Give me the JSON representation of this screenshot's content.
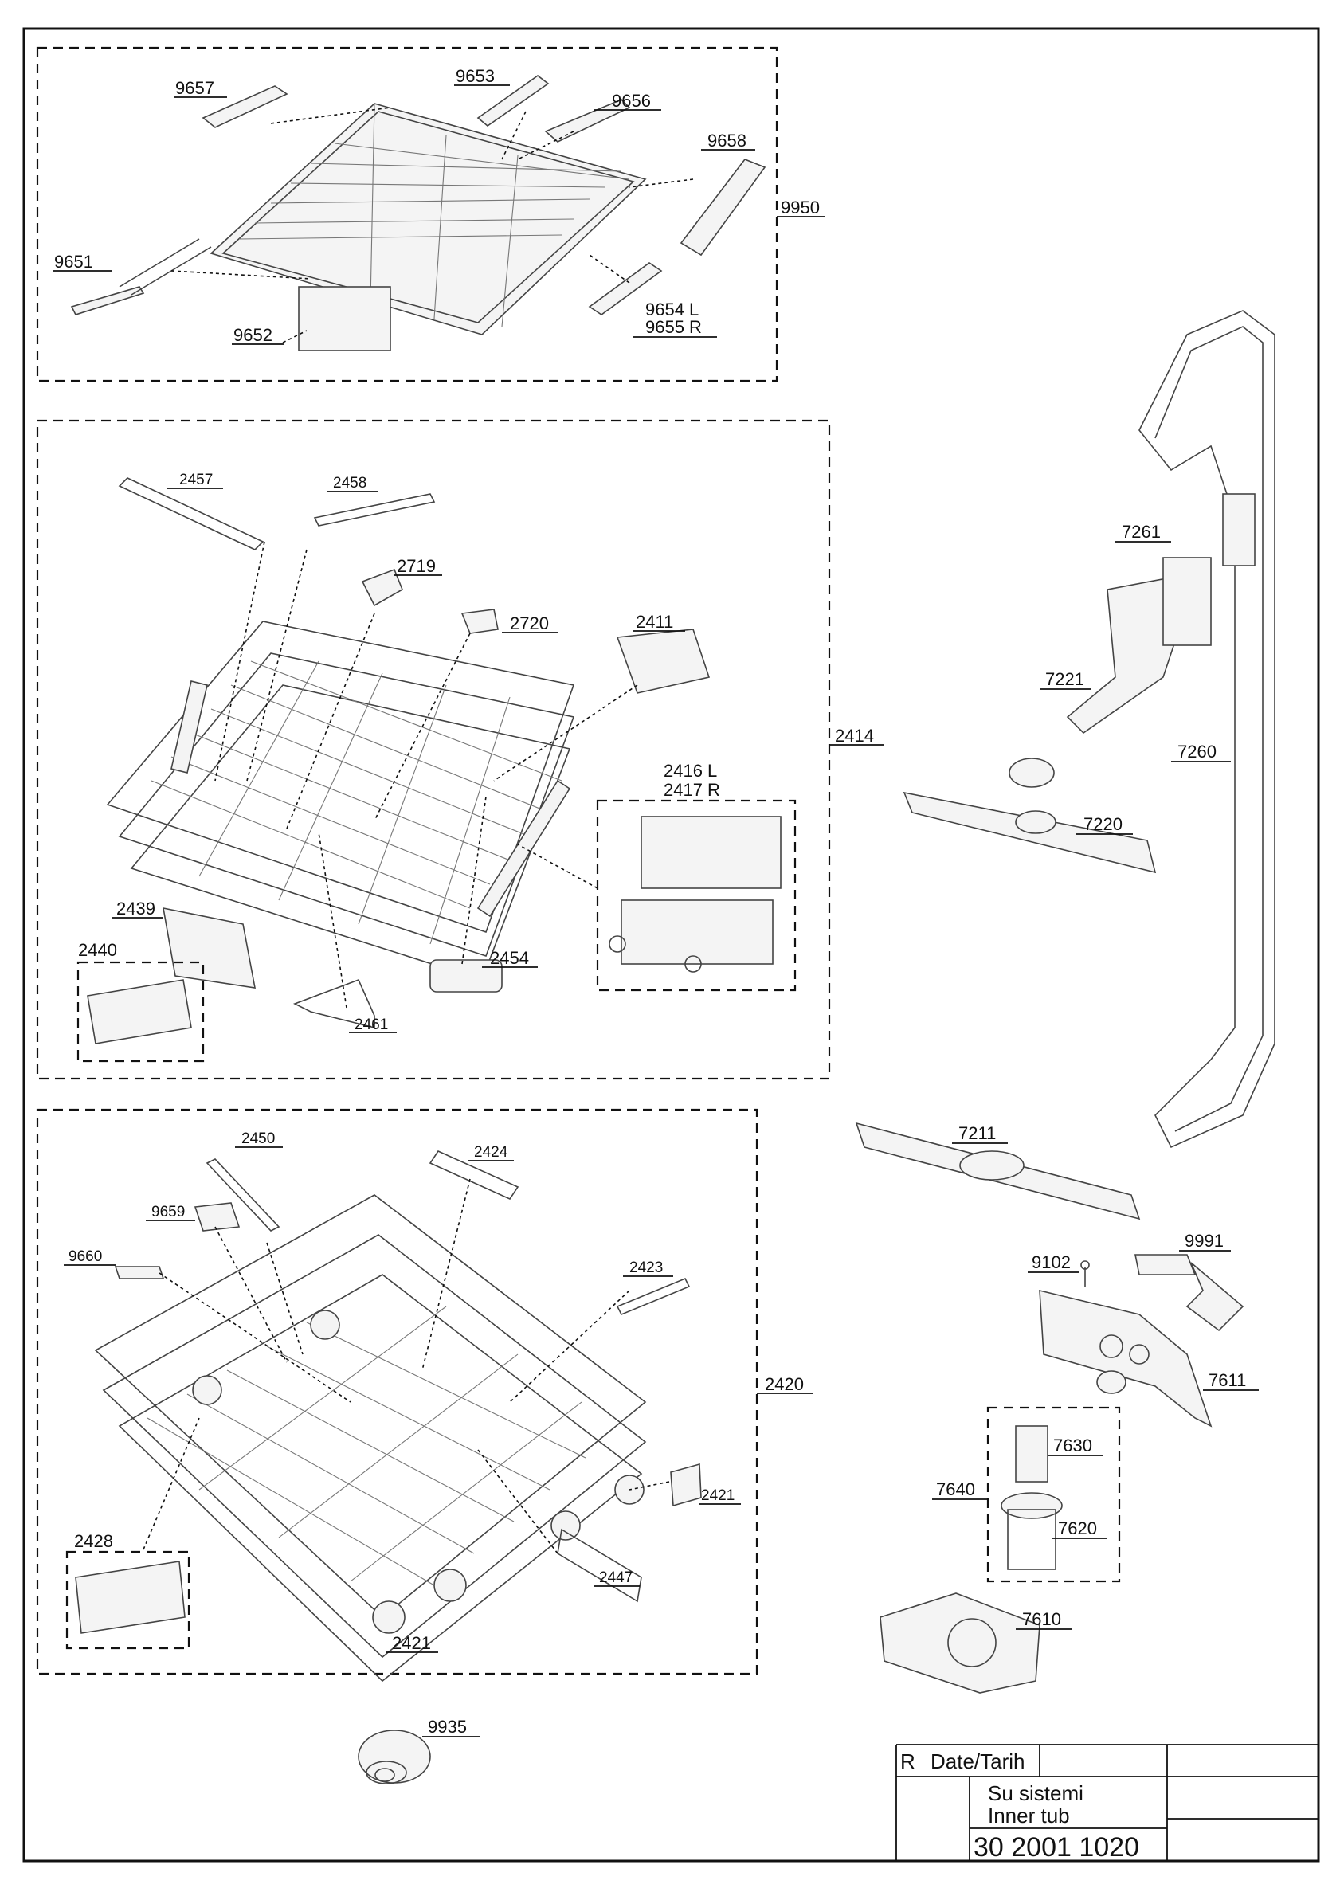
{
  "labels": {
    "p9657": "9657",
    "p9653": "9653",
    "p9656": "9656",
    "p9658": "9658",
    "p9950": "9950",
    "p9651": "9651",
    "p9654": "9654 L",
    "p9655": "9655 R",
    "p9652": "9652",
    "p2457": "2457",
    "p2458": "2458",
    "p2719": "2719",
    "p2720": "2720",
    "p2411": "2411",
    "p2414": "2414",
    "p2416": "2416 L",
    "p2417": "2417 R",
    "p2439": "2439",
    "p2440": "2440",
    "p2454": "2454",
    "p2461": "2461",
    "p2450": "2450",
    "p2424": "2424",
    "p9659": "9659",
    "p9660": "9660",
    "p2423": "2423",
    "p2420": "2420",
    "p2421a": "2421",
    "p2428": "2428",
    "p2447": "2447",
    "p2421b": "2421",
    "p9935": "9935",
    "p7261": "7261",
    "p7221": "7221",
    "p7260": "7260",
    "p7220": "7220",
    "p7211": "7211",
    "p9102": "9102",
    "p9991": "9991",
    "p7611": "7611",
    "p7630": "7630",
    "p7640": "7640",
    "p7620": "7620",
    "p7610": "7610"
  },
  "title_block": {
    "rev_label": "R",
    "date_label": "Date/Tarih",
    "title_line1": "Su sistemi",
    "title_line2": "Inner tub",
    "drawing_number": "30 2001 1020"
  }
}
